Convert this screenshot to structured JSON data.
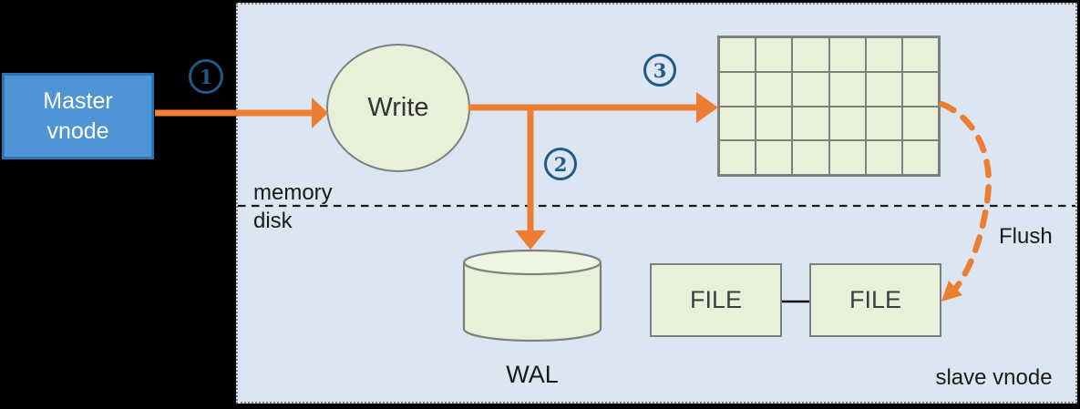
{
  "colors": {
    "background": "#000000",
    "panel_bg": "#dce6f2",
    "panel_border": "#7f7f7f",
    "shape_fill": "#e8f0da",
    "shape_border": "#7f7f7f",
    "master_fill": "#4f94d4",
    "master_border": "#2e75b6",
    "arrow_orange": "#ED7D31",
    "step_circle_blue": "#1f5b87",
    "text_dark": "#1a1a1a"
  },
  "master_node": {
    "label": "Master\nvnode"
  },
  "write_node": {
    "label": "Write"
  },
  "wal_node": {
    "label": "WAL"
  },
  "file_nodes": {
    "left": "FILE",
    "right": "FILE"
  },
  "memtable": {
    "rows": 4,
    "cols": 6
  },
  "panel": {
    "label": "slave vnode"
  },
  "labels": {
    "memory": "memory",
    "disk": "disk",
    "flush": "Flush"
  },
  "steps": {
    "s1": "1",
    "s2": "2",
    "s3": "3"
  }
}
